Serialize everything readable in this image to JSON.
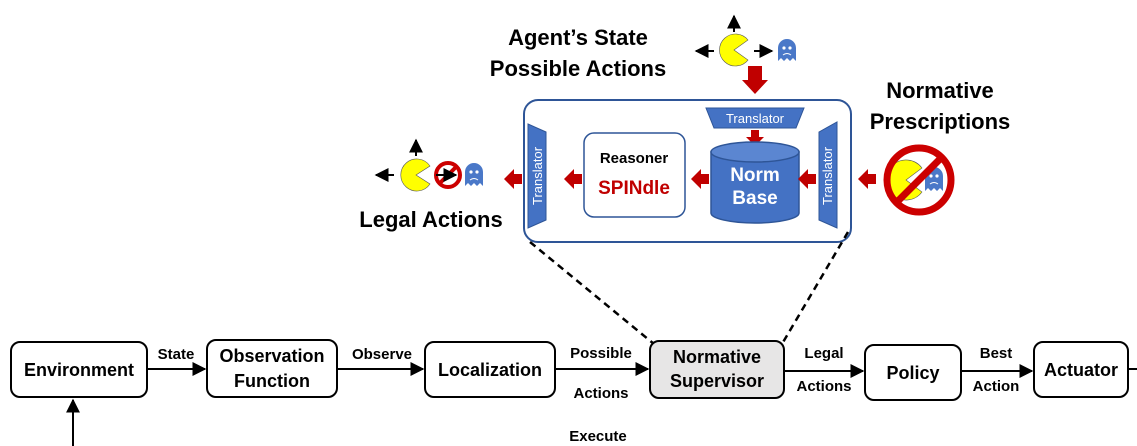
{
  "pipeline": {
    "environment": "Environment",
    "observation_line1": "Observation",
    "observation_line2": "Function",
    "localization": "Localization",
    "supervisor_line1": "Normative",
    "supervisor_line2": "Supervisor",
    "policy": "Policy",
    "actuator": "Actuator"
  },
  "edges": {
    "state": "State",
    "observe": "Observe",
    "possible": "Possible",
    "actions": "Actions",
    "legal": "Legal",
    "legal_actions": "Actions",
    "best": "Best",
    "best_action": "Action",
    "execute": "Execute"
  },
  "detail": {
    "agent_state": "Agent’s State",
    "possible_actions": "Possible Actions",
    "normative": "Normative",
    "prescriptions": "Prescriptions",
    "legal_actions": "Legal Actions",
    "translator": "Translator",
    "reasoner": "Reasoner",
    "spindle": "SPINdle",
    "norm": "Norm",
    "base": "Base"
  },
  "colors": {
    "accent_blue": "#4472c4",
    "arrow_red": "#c00000",
    "pacman_yellow": "#ffff00",
    "supervisor_fill": "#e7e6e6",
    "prohibition_red": "#cc0000"
  }
}
